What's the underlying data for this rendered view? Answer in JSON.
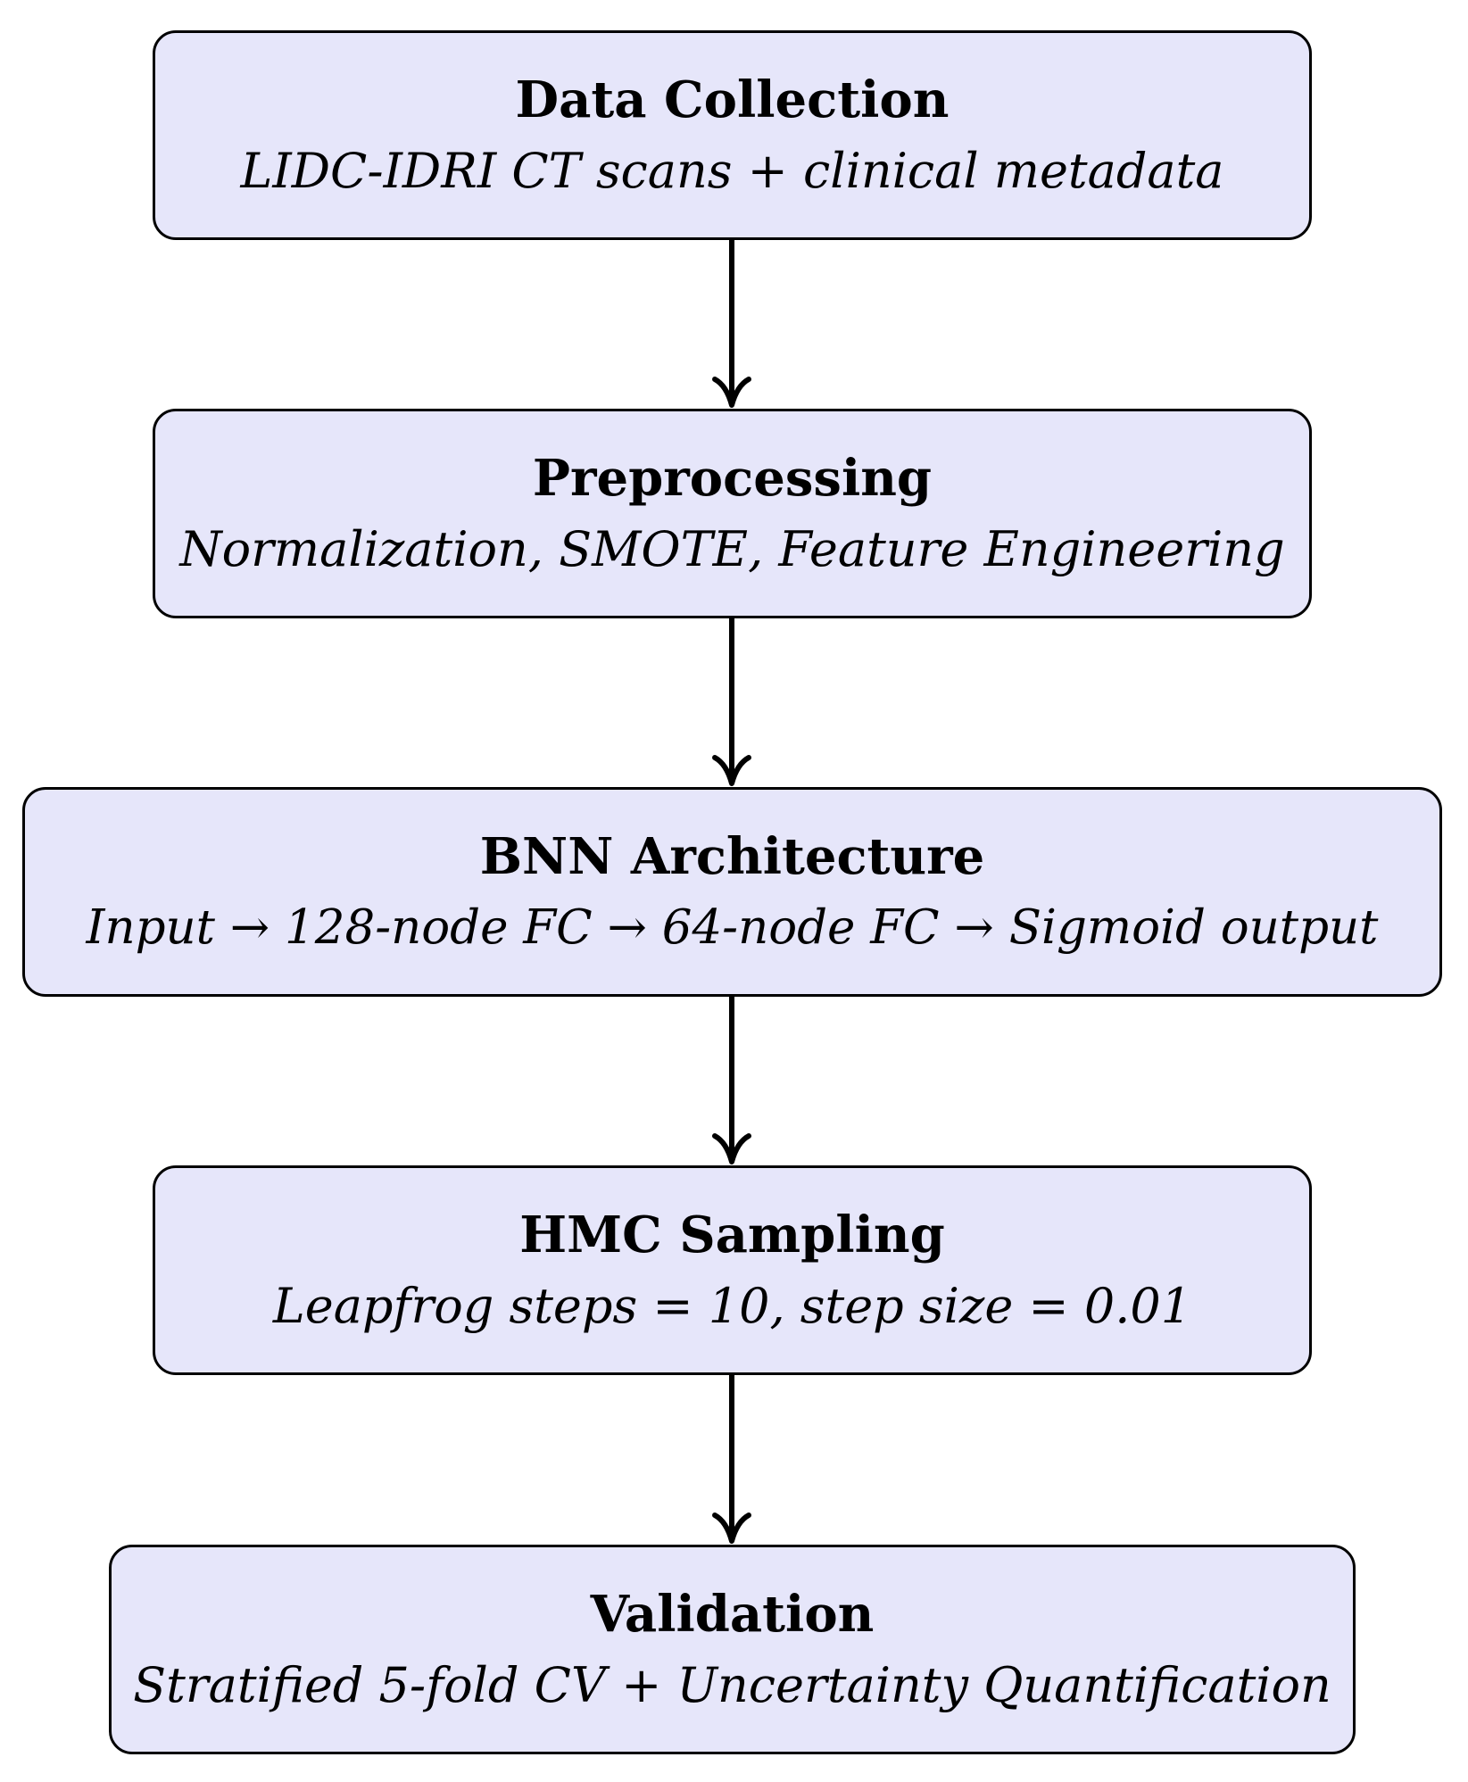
{
  "colors": {
    "node_fill": "#e6e6fa",
    "stroke": "#000000"
  },
  "nodes": [
    {
      "title": "Data Collection",
      "subtitle": "LIDC-IDRI CT scans + clinical metadata"
    },
    {
      "title": "Preprocessing",
      "subtitle": "Normalization, SMOTE, Feature Engineering"
    },
    {
      "title": "BNN Architecture",
      "subtitle": "Input → 128-node FC → 64-node FC → Sigmoid output"
    },
    {
      "title": "HMC Sampling",
      "subtitle": "Leapfrog steps = 10, step size = 0.01"
    },
    {
      "title": "Validation",
      "subtitle": "Stratified 5-fold CV + Uncertainty Quantification"
    }
  ],
  "edges": [
    {
      "from": "Data Collection",
      "to": "Preprocessing"
    },
    {
      "from": "Preprocessing",
      "to": "BNN Architecture"
    },
    {
      "from": "BNN Architecture",
      "to": "HMC Sampling"
    },
    {
      "from": "HMC Sampling",
      "to": "Validation"
    }
  ]
}
